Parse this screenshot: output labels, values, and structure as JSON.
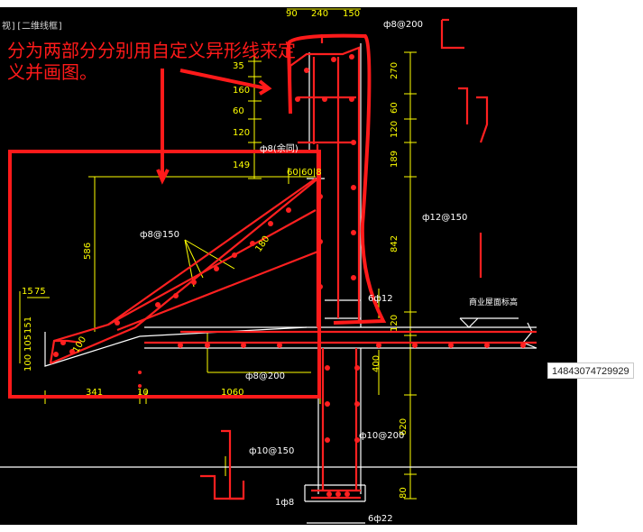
{
  "viewport": {
    "title": "视][二维线框]",
    "background": "#000000"
  },
  "annotation": {
    "text": "分为两部分分别用自定义异形线来定义并画图。",
    "color": "#ff1a1a"
  },
  "tooltip": {
    "text": "14843074729929"
  },
  "colors": {
    "rebar": "#ff2020",
    "dimension": "#ffff00",
    "outline": "#ffffff",
    "leader": "#ff1a1a"
  },
  "labels": {
    "top_dims": [
      "90",
      "240",
      "150"
    ],
    "left_dims": [
      "35",
      "160",
      "60",
      "120",
      "149"
    ],
    "right_dims": [
      "270",
      "60",
      "120",
      "189",
      "842",
      "120",
      "400",
      "620",
      "80"
    ],
    "dim_586": "586",
    "dim_15": "15",
    "dim_75": "75",
    "dim_151": "151",
    "dim_105": "105",
    "dim_100a": "100",
    "dim_100b": "100",
    "dim_180": "180",
    "dim_6060": "60|60|8",
    "bottom_dims": [
      "341",
      "10",
      "1060"
    ],
    "rebar_top": "ф8@200",
    "rebar_mid_dist": "ф8(余同)",
    "rebar_right": "ф12@150",
    "rebar_slope": "ф8@150",
    "rebar_6_12": "6ф12",
    "rebar_slab": "ф8@200",
    "rebar_beam": "ф10@200",
    "rebar_col": "ф10@150",
    "rebar_1_8": "1ф8",
    "rebar_6_22": "6ф22",
    "elevation": "商业屋面标高"
  }
}
